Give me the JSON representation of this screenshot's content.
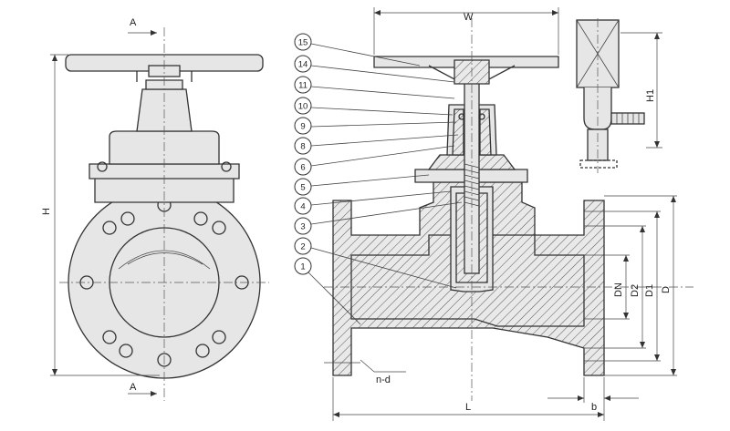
{
  "section_mark": "A",
  "dimensions": {
    "H": "H",
    "W": "W",
    "H1": "H1",
    "L": "L",
    "b": "b",
    "nd": "n-d",
    "DN": "DN",
    "D2": "D2",
    "D1": "D1",
    "D": "D"
  },
  "part_numbers": [
    "15",
    "14",
    "11",
    "10",
    "9",
    "8",
    "6",
    "5",
    "4",
    "3",
    "2",
    "1"
  ],
  "colors": {
    "line": "#333333",
    "fill": "#e6e6e6",
    "background": "#ffffff"
  }
}
